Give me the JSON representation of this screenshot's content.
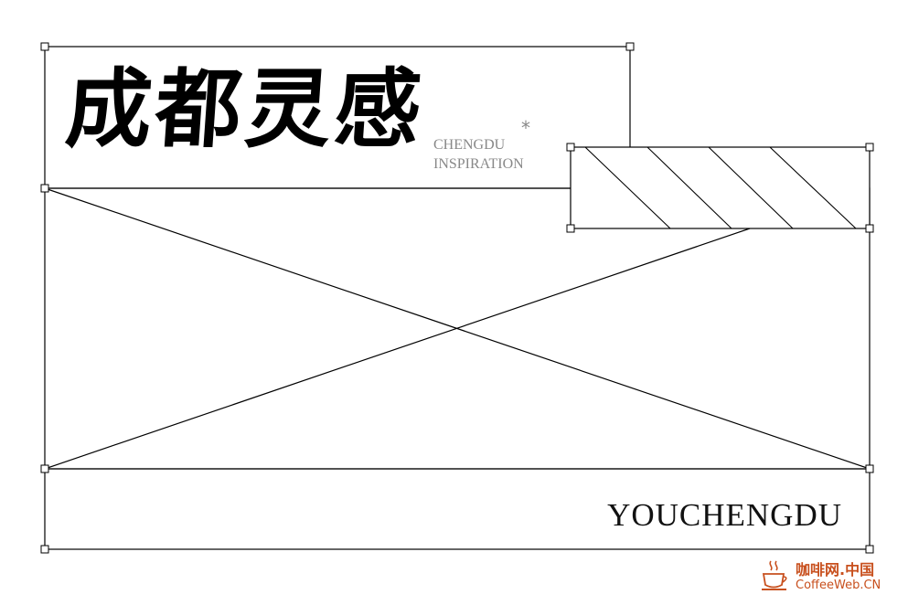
{
  "title_cn": "成都灵感",
  "subtitle_en_line1": "CHENGDU",
  "subtitle_en_line2": "INSPIRATION",
  "subtitle_mark": "*",
  "brand_en": "YOUCHENGDU",
  "watermark": {
    "cn": "咖啡网.中国",
    "en": "CoffeeWeb.CN",
    "icon": "coffee-cup-icon",
    "color": "#c8501e"
  },
  "colors": {
    "line": "#000000",
    "subtitle": "#888888"
  }
}
